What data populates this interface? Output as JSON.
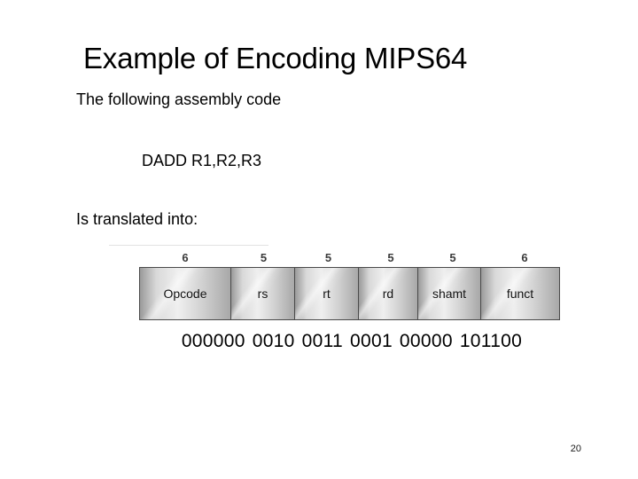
{
  "slide": {
    "title": "Example of Encoding MIPS64",
    "page_number": "20",
    "body": {
      "intro": "The following assembly code",
      "code": "DADD R1,R2,R3",
      "output": "Is translated into:"
    }
  },
  "instruction_format": {
    "fields": [
      {
        "name": "Opcode",
        "width_label": "6",
        "bits": "000000",
        "flex": 104
      },
      {
        "name": "rs",
        "width_label": "5",
        "bits": "0010",
        "flex": 73
      },
      {
        "name": "rt",
        "width_label": "5",
        "bits": "0011",
        "flex": 73
      },
      {
        "name": "rd",
        "width_label": "5",
        "bits": "0001",
        "flex": 68
      },
      {
        "name": "shamt",
        "width_label": "5",
        "bits": "00000",
        "flex": 72
      },
      {
        "name": "funct",
        "width_label": "6",
        "bits": "101100",
        "flex": 90
      }
    ]
  },
  "colors": {
    "background": "#ffffff",
    "text": "#000000",
    "box_border": "#4a4a4a",
    "box_fill_light": "#efefef",
    "box_fill_dark": "#9a9a9a",
    "width_label": "#3a3a3a"
  }
}
